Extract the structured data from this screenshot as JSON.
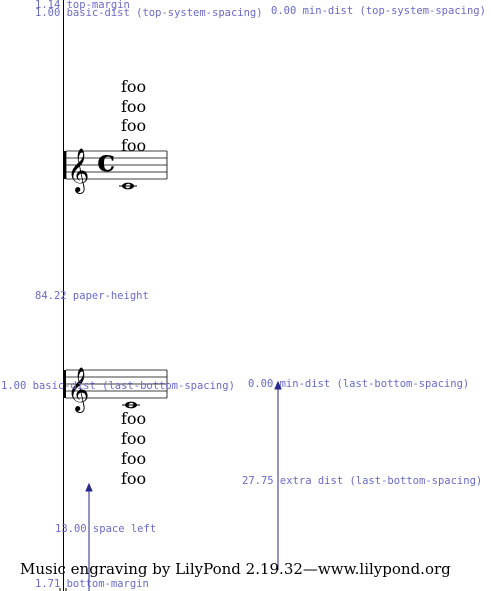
{
  "annotations": {
    "top_margin": "1.14 top-margin",
    "top_system_basic": "1.00 basic-dist (top-system-spacing)",
    "top_system_min": "0.00 min-dist (top-system-spacing)",
    "paper_height": "84.22 paper-height",
    "last_bottom_basic": "1.00 basic-dist (last-bottom-spacing)",
    "last_bottom_min": "0.00 min-dist (last-bottom-spacing)",
    "last_bottom_extra": "27.75 extra dist (last-bottom-spacing)",
    "space_left": "13.00 space left",
    "bottom_margin": "1.71 bottom-margin"
  },
  "lyrics_top": [
    "foo",
    "foo",
    "foo",
    "foo"
  ],
  "lyrics_bottom": [
    "foo",
    "foo",
    "foo",
    "foo"
  ],
  "time_signature": "c",
  "footer": "Music engraving by LilyPond 2.19.32—www.lilypond.org"
}
